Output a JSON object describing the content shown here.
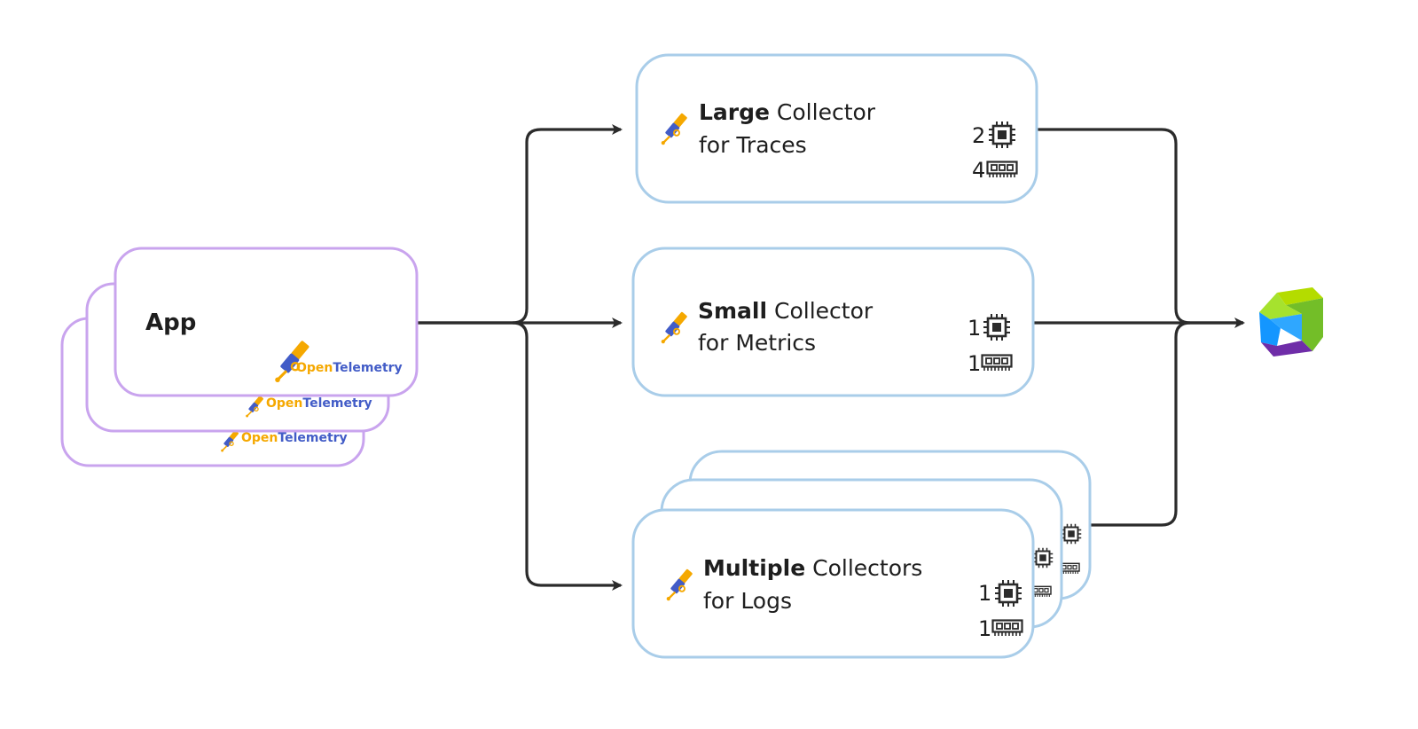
{
  "app": {
    "title": "App",
    "otel_brand": [
      "Open",
      "Telemetry"
    ]
  },
  "collectors": [
    {
      "bold": "Large",
      "rest": " Collector",
      "sub": "for Traces",
      "cpu": "2",
      "memory": "4"
    },
    {
      "bold": "Small",
      "rest": " Collector",
      "sub": "for Metrics",
      "cpu": "1",
      "memory": "1"
    },
    {
      "bold": "Multiple",
      "rest": " Collectors",
      "sub": "for Logs",
      "cpu": "1",
      "memory": "1"
    }
  ],
  "icons": {
    "collector": "opentelemetry-telescope-icon",
    "cpu": "cpu-chip-icon",
    "memory": "memory-module-icon",
    "destination": "dynatrace-cube-icon"
  },
  "colors": {
    "app_border": "#c9a4ee",
    "collector_border": "#a9cde9",
    "arrow": "#2b2b2b",
    "otel_orange": "#f5a800",
    "otel_blue": "#425cc7"
  }
}
